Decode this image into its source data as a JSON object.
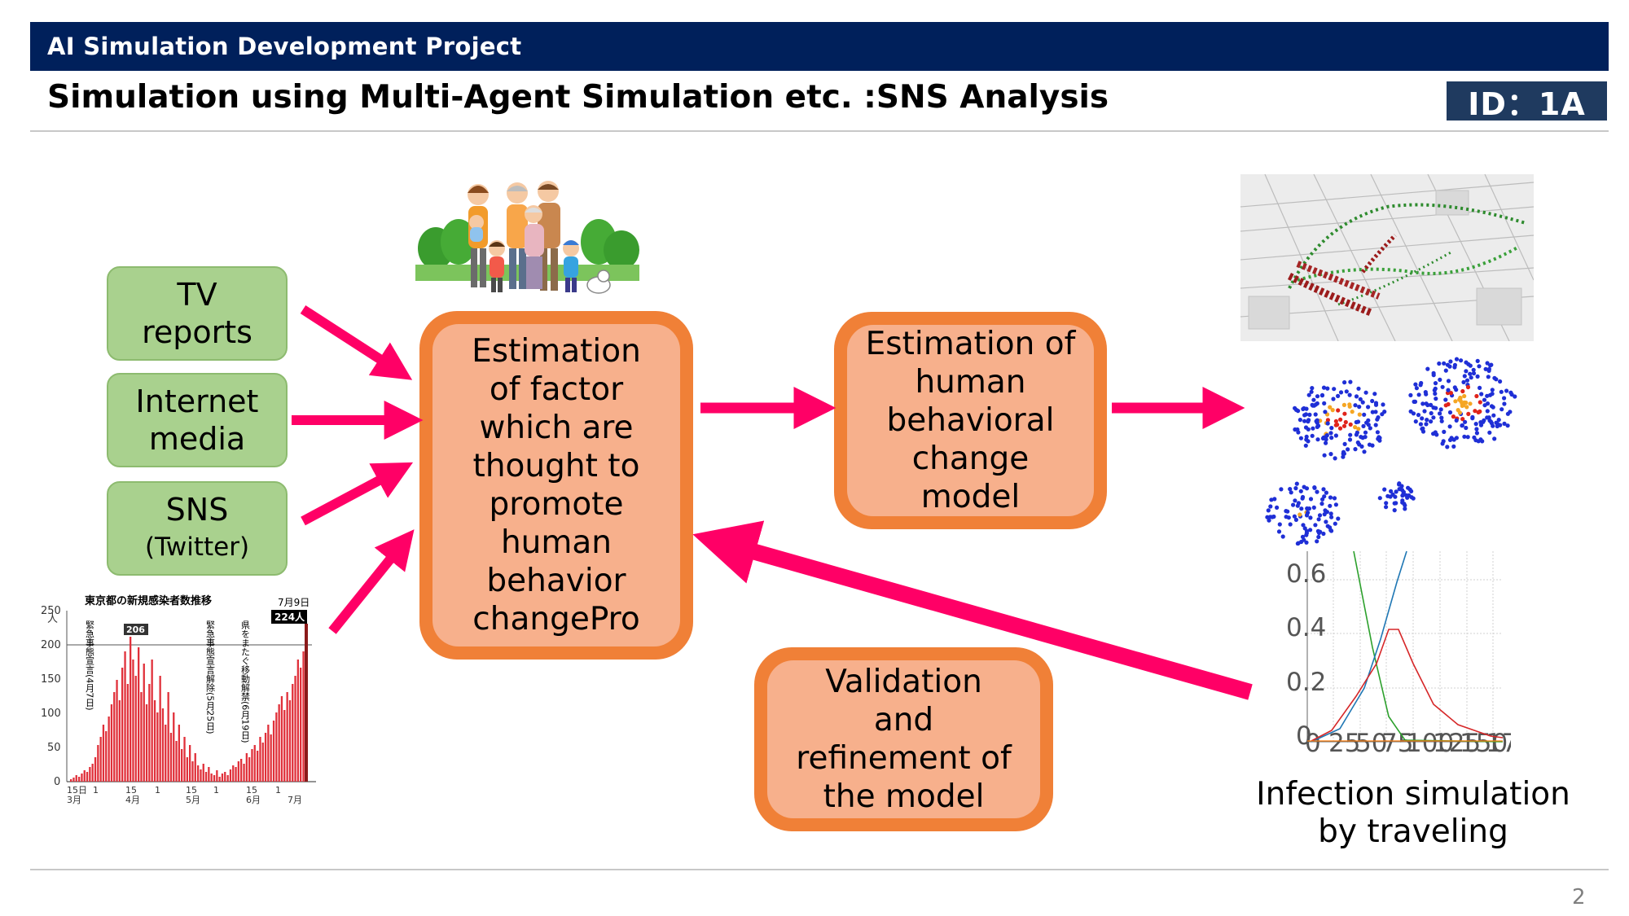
{
  "header": {
    "project_title": "AI Simulation Development Project",
    "subtitle": "Simulation using Multi-Agent Simulation etc.  :SNS Analysis",
    "id_badge": "ID：1A"
  },
  "sources": [
    {
      "line1": "TV",
      "line2": "reports"
    },
    {
      "line1": "Internet",
      "line2": "media"
    },
    {
      "line1": "SNS",
      "line2": "(Twitter)"
    }
  ],
  "boxes": {
    "factor_estimation": "Estimation of factor which are thought to promote human behavior changePro",
    "behavior_model": "Estimation of human behavioral change model",
    "validation": "Validation and refinement of the model"
  },
  "infection_caption": {
    "line1": "Infection simulation",
    "line2": "by traveling"
  },
  "covid_chart": {
    "title": "東京都の新規感染者数推移",
    "peak_date": "7月9日",
    "peak_label": "224人",
    "marker_206": "206",
    "yticks": [
      "250",
      "200",
      "150",
      "100",
      "50",
      "0"
    ],
    "yunit": "人",
    "xticks_day": [
      "15日",
      "1",
      "15",
      "1",
      "15",
      "1",
      "15",
      "1"
    ],
    "xticks_month": [
      "3月",
      "4月",
      "5月",
      "6月",
      "7月"
    ],
    "annot1": "緊急事態宣言(4月7日)",
    "annot2": "緊急事態宣言解除(5月25日)",
    "annot3": "県をまたぐ移動解禁(6月19日)"
  },
  "sir_chart": {
    "yticks": [
      "0.6",
      "0.4",
      "0.2",
      "0"
    ],
    "xticks": [
      "0",
      "25",
      "50",
      "75",
      "100",
      "125",
      "150",
      "175"
    ]
  },
  "colors": {
    "header_bg": "#00205b",
    "green_box": "#a9d18e",
    "orange_border": "#f08037",
    "orange_fill": "#f7b08c",
    "arrow": "#ff0066"
  },
  "page_number": "2"
}
